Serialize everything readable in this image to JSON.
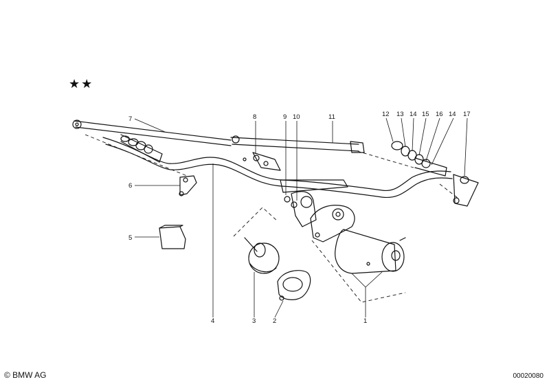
{
  "marking": "★★",
  "copyright": "© BMW AG",
  "diagram_number": "00020080",
  "callouts": {
    "c1": "1",
    "c2": "2",
    "c3": "3",
    "c4": "4",
    "c5": "5",
    "c6": "6",
    "c7": "7",
    "c8": "8",
    "c9": "9",
    "c10": "10",
    "c11": "11",
    "c12": "12",
    "c13": "13",
    "c14a": "14",
    "c15": "15",
    "c16": "16",
    "c14b": "14",
    "c17": "17"
  }
}
